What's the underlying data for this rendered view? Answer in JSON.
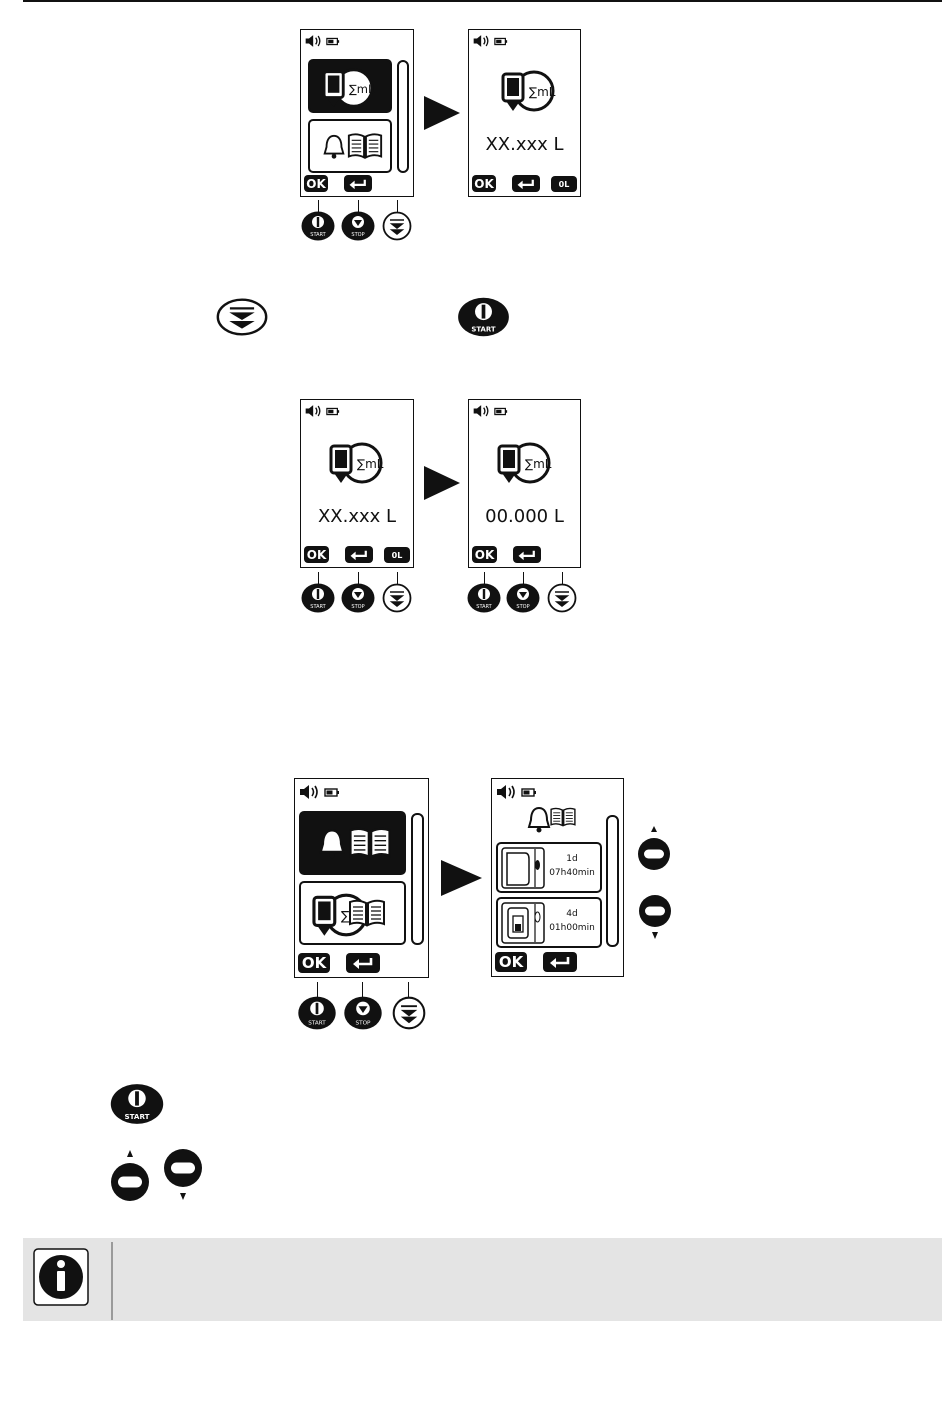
{
  "screens": {
    "s1_menu": {
      "softkeys": {
        "ok": "OK"
      }
    },
    "s1_total": {
      "value": "XX.xxx L",
      "softkeys": {
        "ok": "OK",
        "reset": "0L"
      }
    },
    "s2_total": {
      "value": "XX.xxx L",
      "softkeys": {
        "ok": "OK",
        "reset": "0L"
      }
    },
    "s2_reset": {
      "value": "00.000 L",
      "softkeys": {
        "ok": "OK"
      }
    },
    "s3_menu": {
      "softkeys": {
        "ok": "OK"
      }
    },
    "s3_log": {
      "softkeys": {
        "ok": "OK"
      },
      "entries": [
        {
          "days": "1d",
          "time": "07h40min"
        },
        {
          "days": "4d",
          "time": "01h00min"
        }
      ]
    }
  },
  "button_labels": {
    "start": "START",
    "stop": "STOP"
  },
  "icons": [
    "speaker-icon",
    "battery-icon",
    "bottle-volume-icon",
    "alarm-bell-icon",
    "book-icon",
    "info-icon"
  ],
  "colors": {
    "ink": "#111111",
    "note_bg": "#e4e4e4",
    "note_divider": "#9a9a9a"
  }
}
